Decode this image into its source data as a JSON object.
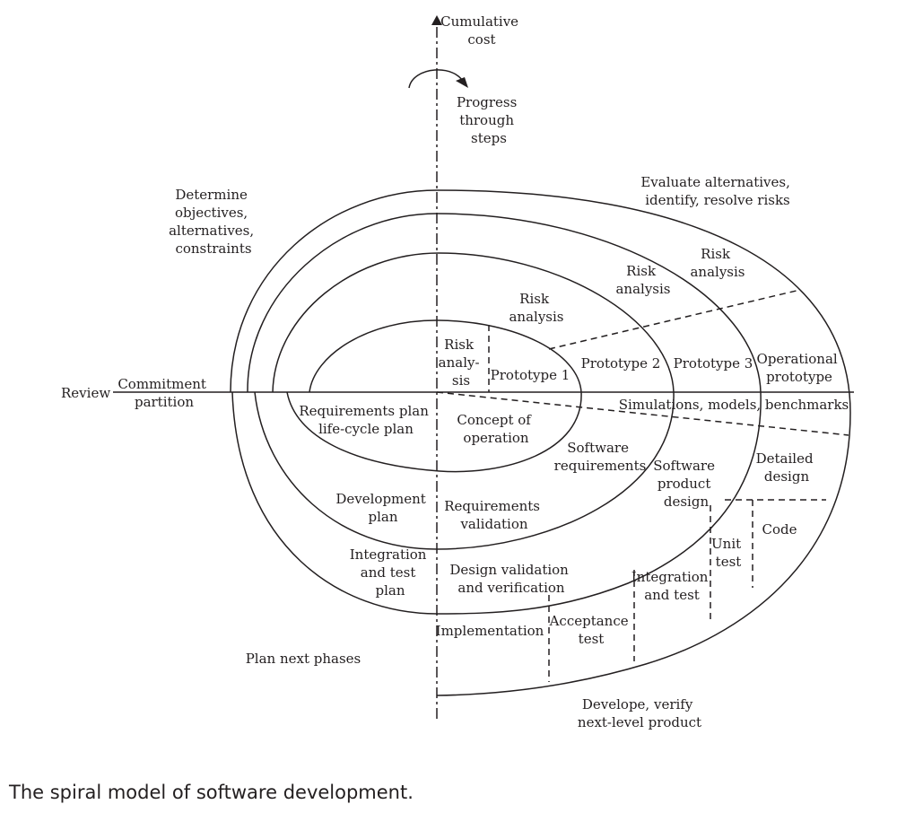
{
  "diagram": {
    "axis": {
      "cumulative_cost": [
        "Cumulative",
        "cost"
      ],
      "progress": [
        "Progress",
        "through",
        "steps"
      ],
      "review": "Review",
      "commitment_partition": [
        "Commitment",
        "partition"
      ]
    },
    "quadrants": {
      "top_left": [
        "Determine",
        "objectives,",
        "alternatives,",
        "constraints"
      ],
      "top_right": [
        "Evaluate alternatives,",
        "identify, resolve risks"
      ],
      "bottom_left": "Plan next phases",
      "bottom_right": [
        "Develope, verify",
        "next-level product"
      ]
    },
    "risk_analyses": {
      "ra1": [
        "Risk",
        "analy-",
        "sis"
      ],
      "ra2": [
        "Risk",
        "analysis"
      ],
      "ra3": [
        "Risk",
        "analysis"
      ],
      "ra4": [
        "Risk",
        "analysis"
      ]
    },
    "prototypes": {
      "p1": "Prototype 1",
      "p2": "Prototype 2",
      "p3": "Prototype 3",
      "operational": [
        "Operational",
        "prototype"
      ]
    },
    "simulations": "Simulations, models, benchmarks",
    "plans": {
      "requirements": [
        "Requirements plan",
        "life-cycle plan"
      ],
      "development": [
        "Development",
        "plan"
      ],
      "integration_test": [
        "Integration",
        "and test",
        "plan"
      ]
    },
    "phases": {
      "concept": [
        "Concept of",
        "operation"
      ],
      "software_requirements": [
        "Software",
        "requirements"
      ],
      "requirements_validation": [
        "Requirements",
        "validation"
      ],
      "software_product_design": [
        "Software",
        "product",
        "design"
      ],
      "design_validation": [
        "Design validation",
        "and verification"
      ],
      "detailed_design": [
        "Detailed",
        "design"
      ],
      "code": "Code",
      "unit_test": [
        "Unit",
        "test"
      ],
      "integration_and_test": [
        "Integration",
        "and test"
      ],
      "acceptance_test": [
        "Acceptance",
        "test"
      ],
      "implementation": "Implementation"
    }
  },
  "caption": "The spiral model of software development."
}
